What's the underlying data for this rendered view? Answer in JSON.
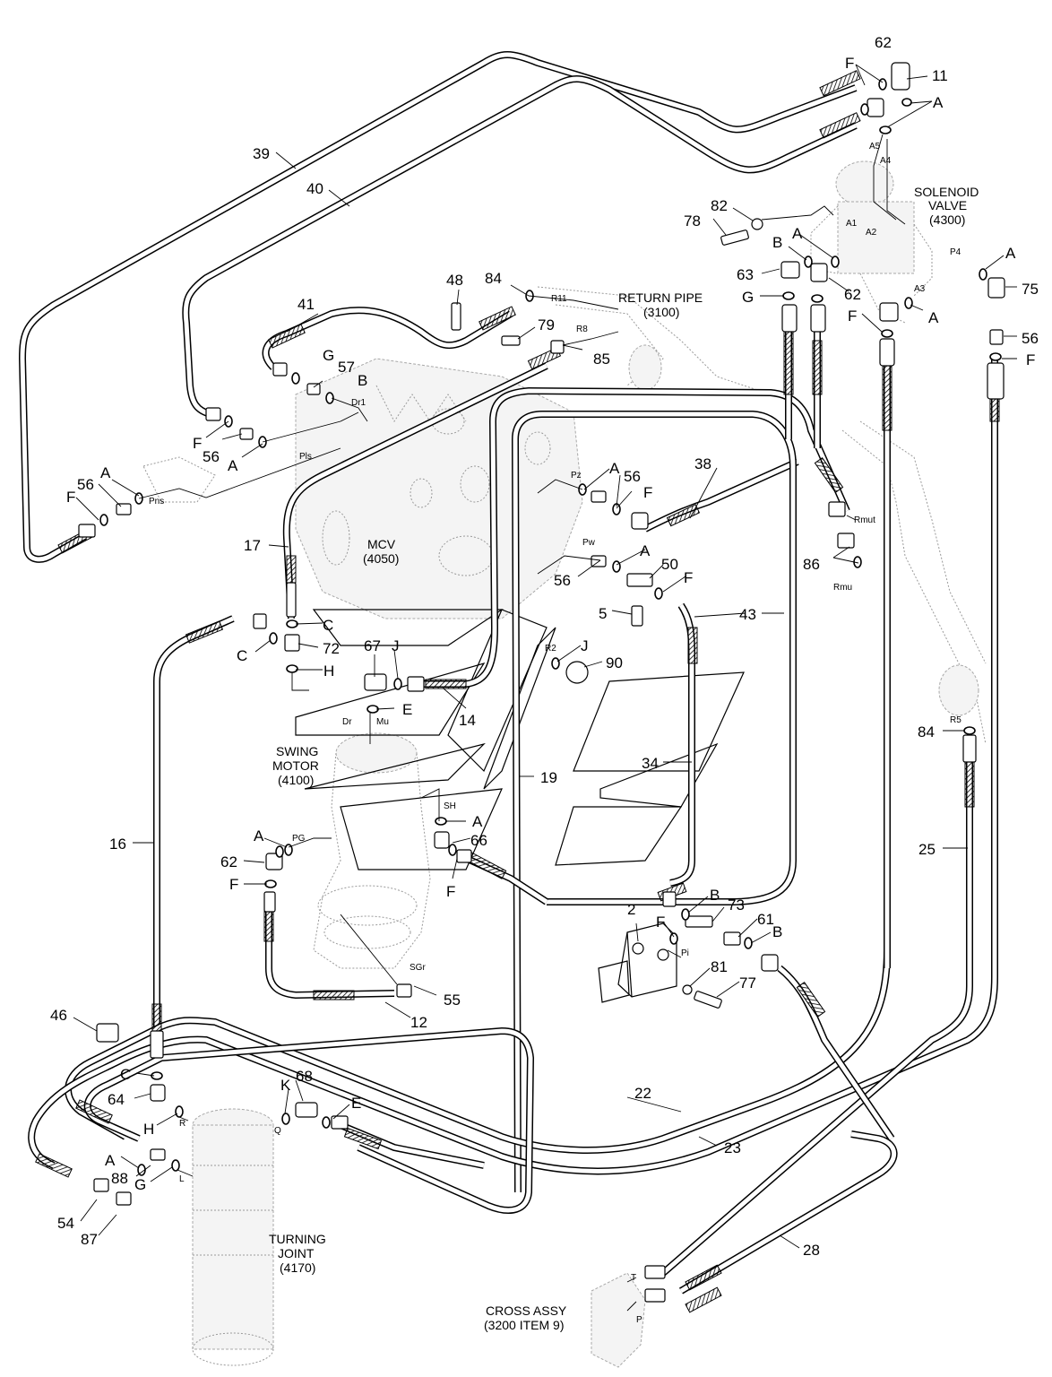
{
  "part_numbers": {
    "p62a": "62",
    "p11": "11",
    "p39": "39",
    "p40": "40",
    "p82": "82",
    "p78": "78",
    "p63": "63",
    "p62b": "62",
    "p75": "75",
    "p56a": "56",
    "p41": "41",
    "p48": "48",
    "p84a": "84",
    "p79": "79",
    "p85": "85",
    "p57": "57",
    "p56b": "56",
    "p56c": "56",
    "p38": "38",
    "p56d": "56",
    "p50": "50",
    "p5": "5",
    "p56e": "56",
    "p86": "86",
    "p17": "17",
    "p72": "72",
    "p67": "67",
    "p90": "90",
    "p14": "14",
    "p43": "43",
    "p34": "34",
    "p19": "19",
    "p84b": "84",
    "p16": "16",
    "p66": "66",
    "p62c": "62",
    "p25": "25",
    "p2": "2",
    "p73": "73",
    "p61": "61",
    "p81": "81",
    "p77": "77",
    "p55": "55",
    "p12": "12",
    "p46": "46",
    "p64": "64",
    "p68": "68",
    "p22": "22",
    "p23": "23",
    "p88": "88",
    "p54": "54",
    "p87": "87",
    "p28": "28"
  },
  "letters": {
    "F1": "F",
    "A1": "A",
    "B1": "B",
    "A2": "A",
    "G1": "G",
    "F2": "F",
    "A3": "A",
    "A4": "A",
    "F3": "F",
    "G2": "G",
    "B2": "B",
    "F4": "F",
    "A5": "A",
    "F5": "F",
    "A6": "A",
    "F6": "F",
    "A7": "A",
    "F7": "F",
    "C1": "C",
    "C2": "C",
    "H1": "H",
    "J1": "J",
    "J2": "J",
    "E1": "E",
    "A8": "A",
    "A9": "A",
    "F8": "F",
    "F9": "F",
    "B3": "B",
    "F10": "F",
    "B4": "B",
    "C3": "C",
    "H2": "H",
    "K1": "K",
    "E2": "E",
    "A10": "A",
    "G3": "G"
  },
  "ports": {
    "A5": "A5",
    "A4": "A4",
    "A1": "A1",
    "A2": "A2",
    "A3": "A3",
    "P4": "P4",
    "R11": "R11",
    "R8": "R8",
    "Dr1": "Dr1",
    "Pls": "Pls",
    "Pns": "Pns",
    "Pz": "Pz",
    "Pw": "Pw",
    "Rmut": "Rmut",
    "Rmu": "Rmu",
    "R2": "R2",
    "Dr": "Dr",
    "Mu": "Mu",
    "SH": "SH",
    "PG": "PG",
    "R5": "R5",
    "Pi": "Pi",
    "SGr": "SGr",
    "R": "R",
    "Q": "Q",
    "L": "L",
    "T": "T",
    "P": "P"
  },
  "components": {
    "solenoid_line1": "SOLENOID",
    "solenoid_line2": "VALVE",
    "solenoid_line3": "(4300)",
    "return_line1": "RETURN PIPE",
    "return_line2": "(3100)",
    "mcv_line1": "MCV",
    "mcv_line2": "(4050)",
    "swing_line1": "SWING",
    "swing_line2": "MOTOR",
    "swing_line3": "(4100)",
    "turning_line1": "TURNING",
    "turning_line2": "JOINT",
    "turning_line3": "(4170)",
    "cross_line1": "CROSS ASSY",
    "cross_line2": "(3200 ITEM 9)"
  }
}
